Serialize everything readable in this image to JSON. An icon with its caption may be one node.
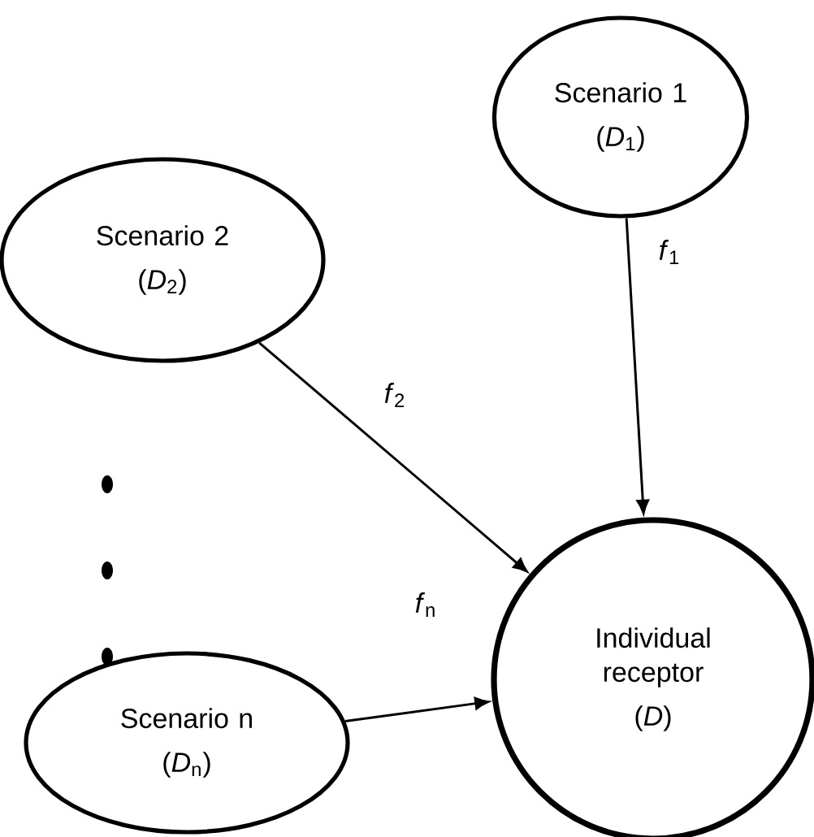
{
  "diagram": {
    "nodes": [
      {
        "text": [
          "Scenario 1",
          "(*D*$_{1}$)"
        ]
      },
      {
        "text": [
          "Scenario 2",
          "(*D*$_{2}$)"
        ]
      },
      {
        "text": [
          "Scenario n",
          "(*D*$_{n}$)"
        ]
      },
      {
        "text": [
          "Individual receptor",
          "(*D*)"
        ]
      }
    ],
    "edges": [
      {
        "from": 0,
        "to": 3,
        "arrow": "to",
        "label": "*f*$_{1}$"
      },
      {
        "from": 1,
        "to": 3,
        "arrow": "to",
        "label": "*f*$_{2}$"
      },
      {
        "from": 2,
        "to": 3,
        "arrow": "to",
        "label": "*f*$_{n}$"
      }
    ]
  }
}
